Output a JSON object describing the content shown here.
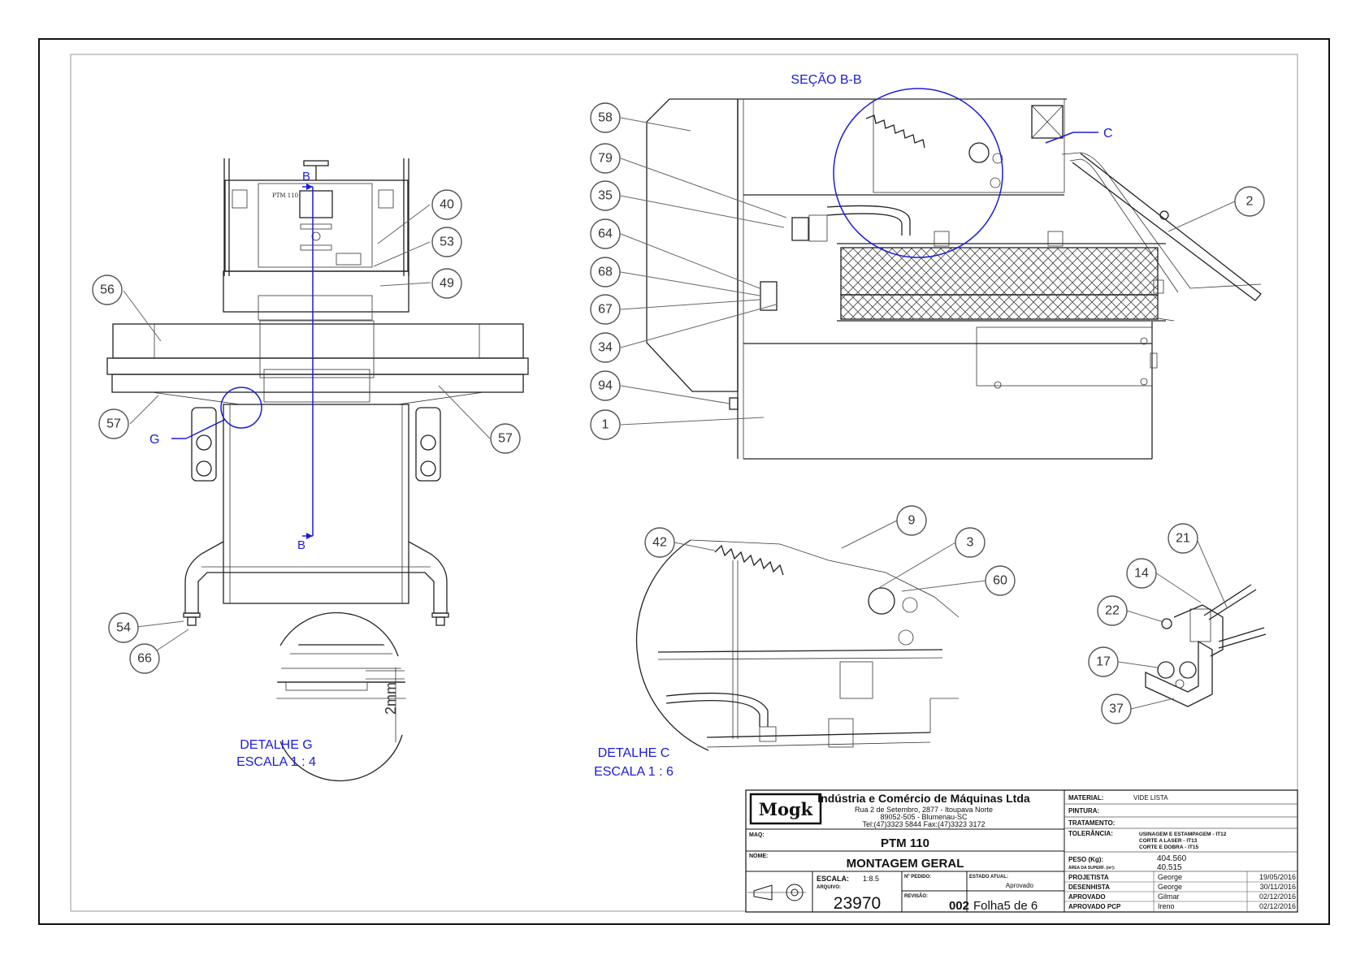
{
  "views": {
    "section_title": "SEÇÃO B-B",
    "section_marks": [
      "B",
      "B"
    ],
    "detail_g_title": "DETALHE G",
    "detail_g_scale": "ESCALA 1 : 4",
    "detail_g_dim": "2mm",
    "detail_g_mark": "G",
    "detail_c_title": "DETALHE C",
    "detail_c_scale": "ESCALA 1 : 6",
    "detail_c_mark": "C",
    "panel_label": "PTM 110"
  },
  "balloons": {
    "front": [
      "40",
      "53",
      "49",
      "56",
      "57",
      "57",
      "54",
      "66"
    ],
    "section": [
      "58",
      "79",
      "35",
      "64",
      "68",
      "67",
      "34",
      "94",
      "1",
      "2"
    ],
    "detail_c": [
      "42",
      "9",
      "3",
      "60"
    ],
    "assembly": [
      "21",
      "14",
      "22",
      "17",
      "37"
    ]
  },
  "title_block": {
    "logo": "Mogk",
    "company": "Indústria e Comércio de Máquinas Ltda",
    "address1": "Rua 2 de Setembro, 2877 - Itoupava Norte",
    "address2": "89052-505 - Blumenau-SC",
    "phone": "Tel:(47)3323 5844  Fax:(47)3323 3172",
    "maq_label": "MAQ:",
    "maq_value": "PTM 110",
    "nome_label": "NOME:",
    "nome_value": "MONTAGEM GERAL",
    "escala_label": "ESCALA:",
    "escala_value": "1:8.5",
    "arquivo_label": "ARQUIVO:",
    "arquivo_value": "23970",
    "pedido_label": "Nº PEDIDO:",
    "revisao_label": "REVISÃO:",
    "revisao_value": "002",
    "estado_label": "ESTADO ATUAL:",
    "estado_value": "Aprovado",
    "folha": "Folha5 de 6",
    "material_label": "MATERIAL:",
    "material_value": "VIDE LISTA",
    "pintura_label": "PINTURA:",
    "tratamento_label": "TRATAMENTO:",
    "tolerancia_label": "TOLERÂNCIA:",
    "tolerancia_values": [
      "USINAGEM E ESTAMPAGEM - IT12",
      "CORTE A LASER - IT13",
      "CORTE E DOBRA - IT15"
    ],
    "peso_label": "PESO (Kg):",
    "peso_value": "404.560",
    "area_label": "ÁREA DA SUPERF. (m²):",
    "area_value": "40.515",
    "approvals": [
      {
        "role": "PROJETISTA",
        "name": "George",
        "date": "19/05/2016"
      },
      {
        "role": "DESENHISTA",
        "name": "George",
        "date": "30/11/2016"
      },
      {
        "role": "APROVADO",
        "name": "Gilmar",
        "date": "02/12/2016"
      },
      {
        "role": "APROVADO PCP",
        "name": "Ireno",
        "date": "02/12/2016"
      }
    ]
  }
}
